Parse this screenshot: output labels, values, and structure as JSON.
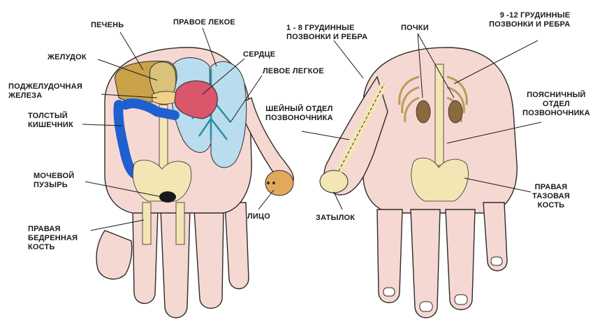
{
  "left_hand": {
    "labels": {
      "liver": "ПЕЧЕНЬ",
      "right_lung": "ПРАВОЕ ЛЕКОЕ",
      "heart": "СЕРДЦЕ",
      "stomach": "ЖЕЛУДОК",
      "left_lung": "ЛЕВОЕ ЛЕГКОЕ",
      "pancreas": [
        "ПОДЖЕЛУДОЧНАЯ",
        "ЖЕЛЕЗА"
      ],
      "colon": [
        "ТОЛСТЫЙ",
        "КИШЕЧНИК"
      ],
      "bladder": [
        "МОЧЕВОЙ",
        "ПУЗЫРЬ"
      ],
      "face": "ЛИЦО",
      "femur": [
        "ПРАВАЯ",
        "БЕДРЕННАЯ",
        "КОСТЬ"
      ]
    }
  },
  "right_hand": {
    "labels": {
      "thoracic_1_8": [
        "1 - 8 ГРУДИННЫЕ",
        "ПОЗВОНКИ И РЕБРА"
      ],
      "kidneys": "ПОЧКИ",
      "thoracic_9_12": [
        "9 -12 ГРУДИННЫЕ",
        "ПОЗВОНКИ И РЕБРА"
      ],
      "cervical": [
        "ШЕЙНЫЙ ОТДЕЛ",
        "ПОЗВОНОЧНИКА"
      ],
      "lumbar": [
        "ПОЯСНИЧНЫЙ",
        "ОТДЕЛ",
        "ПОЗВОНОЧНИКА"
      ],
      "pelvis": [
        "ПРАВАЯ",
        "ТАЗОВАЯ",
        "КОСТЬ"
      ],
      "occiput": "ЗАТЫЛОК"
    }
  },
  "colors": {
    "background": "#ffffff",
    "skin": "#f6d8d2",
    "skin_outline": "#2b2b2b",
    "bone": "#f3e6b4",
    "liver": "#c9a24a",
    "stomach": "#d9c27a",
    "lung": "#b9dcef",
    "heart": "#d9566b",
    "colon": "#1f5fd1",
    "kidney": "#8a6a3c",
    "face": "#e2a95c",
    "leader_line": "#1a1a1a"
  }
}
